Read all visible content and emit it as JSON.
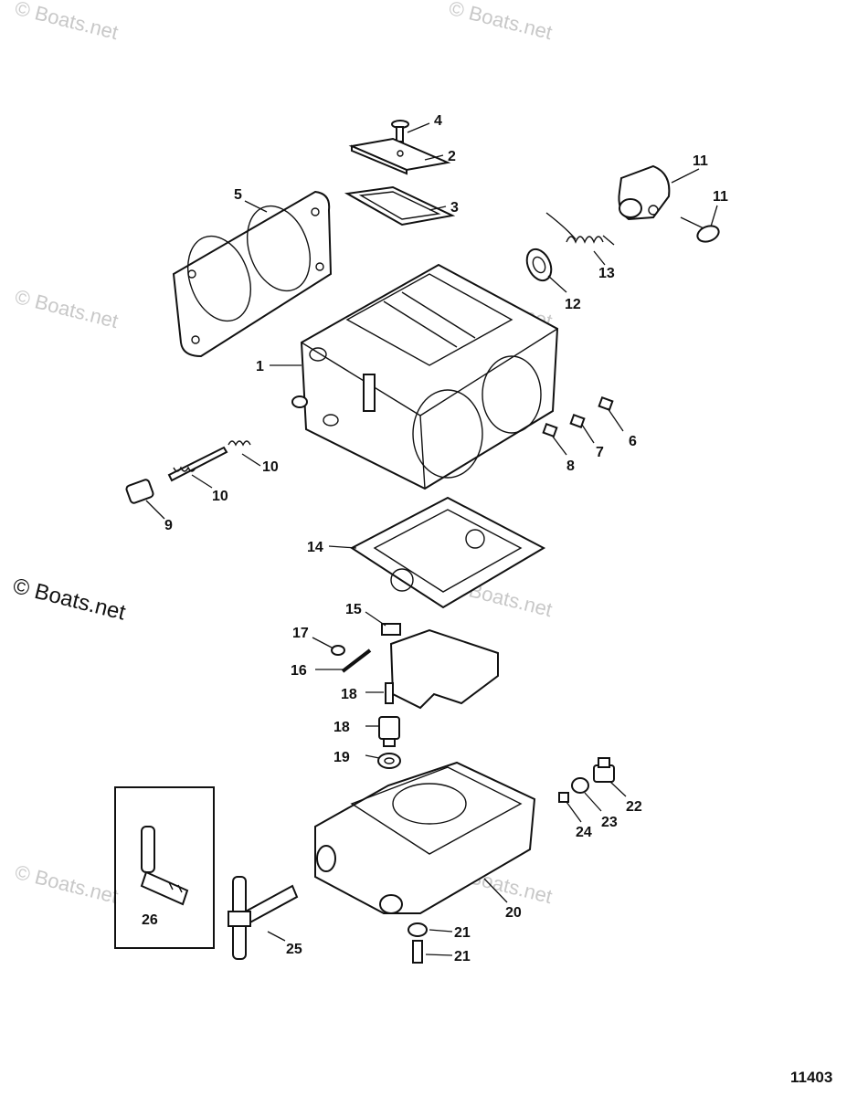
{
  "watermarks": {
    "text": "© Boats.net"
  },
  "drawing_number": "11403",
  "callouts": [
    {
      "id": "c4",
      "label": "4"
    },
    {
      "id": "c2",
      "label": "2"
    },
    {
      "id": "c3",
      "label": "3"
    },
    {
      "id": "c5",
      "label": "5"
    },
    {
      "id": "c11a",
      "label": "11"
    },
    {
      "id": "c11b",
      "label": "11"
    },
    {
      "id": "c13",
      "label": "13"
    },
    {
      "id": "c12",
      "label": "12"
    },
    {
      "id": "c1",
      "label": "1"
    },
    {
      "id": "c6",
      "label": "6"
    },
    {
      "id": "c7",
      "label": "7"
    },
    {
      "id": "c8",
      "label": "8"
    },
    {
      "id": "c10a",
      "label": "10"
    },
    {
      "id": "c10b",
      "label": "10"
    },
    {
      "id": "c9",
      "label": "9"
    },
    {
      "id": "c14",
      "label": "14"
    },
    {
      "id": "c15",
      "label": "15"
    },
    {
      "id": "c17",
      "label": "17"
    },
    {
      "id": "c16",
      "label": "16"
    },
    {
      "id": "c18a",
      "label": "18"
    },
    {
      "id": "c18b",
      "label": "18"
    },
    {
      "id": "c19",
      "label": "19"
    },
    {
      "id": "c22",
      "label": "22"
    },
    {
      "id": "c23",
      "label": "23"
    },
    {
      "id": "c24",
      "label": "24"
    },
    {
      "id": "c26",
      "label": "26"
    },
    {
      "id": "c20",
      "label": "20"
    },
    {
      "id": "c21a",
      "label": "21"
    },
    {
      "id": "c21b",
      "label": "21"
    },
    {
      "id": "c25",
      "label": "25"
    }
  ]
}
